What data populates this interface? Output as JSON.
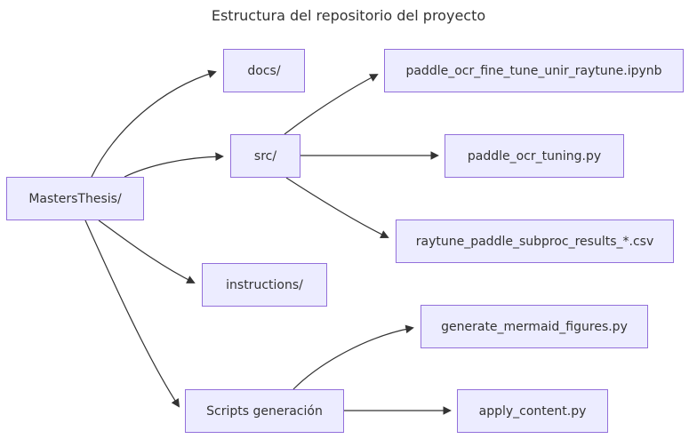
{
  "title": "Estructura del repositorio del proyecto",
  "diagram": {
    "type": "flowchart",
    "direction": "left-to-right",
    "nodes": [
      {
        "id": "root",
        "label": "MastersThesis/"
      },
      {
        "id": "docs",
        "label": "docs/"
      },
      {
        "id": "src",
        "label": "src/"
      },
      {
        "id": "ipynb",
        "label": "paddle_ocr_fine_tune_unir_raytune.ipynb"
      },
      {
        "id": "tuning",
        "label": "paddle_ocr_tuning.py"
      },
      {
        "id": "csv",
        "label": "raytune_paddle_subproc_results_*.csv"
      },
      {
        "id": "instructions",
        "label": "instructions/"
      },
      {
        "id": "genfig",
        "label": "generate_mermaid_figures.py"
      },
      {
        "id": "scripts",
        "label": "Scripts generación"
      },
      {
        "id": "apply",
        "label": "apply_content.py"
      }
    ],
    "edges": [
      {
        "from": "root",
        "to": "docs"
      },
      {
        "from": "root",
        "to": "src"
      },
      {
        "from": "root",
        "to": "instructions"
      },
      {
        "from": "root",
        "to": "scripts"
      },
      {
        "from": "src",
        "to": "ipynb"
      },
      {
        "from": "src",
        "to": "tuning"
      },
      {
        "from": "src",
        "to": "csv"
      },
      {
        "from": "scripts",
        "to": "genfig"
      },
      {
        "from": "scripts",
        "to": "apply"
      }
    ],
    "colors": {
      "node_fill": "#ECECFF",
      "node_border": "#9370DB",
      "edge": "#333333",
      "text": "#333333"
    }
  }
}
